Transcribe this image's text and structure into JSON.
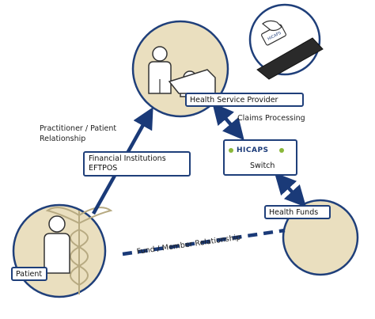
{
  "nodes": {
    "provider": {
      "label": "Health Service Provider"
    },
    "financial": {
      "line1": "Financial Institutions",
      "line2": "EFTPOS"
    },
    "switch": {
      "brand": "HICAPS",
      "label": "Switch"
    },
    "funds": {
      "label": "Health Funds"
    },
    "patient": {
      "label": "Patient"
    }
  },
  "edges": {
    "claims": "Claims Processing",
    "practitioner_line1": "Practitioner / Patient",
    "practitioner_line2": "Relationship",
    "fund_member": "Fund / Member Relationship"
  },
  "card_text": "HICAPS",
  "colors": {
    "circle_fill": "#eadfbf",
    "outline": "#1f3f7a",
    "arrow": "#1a3a78",
    "brand_green": "#8ab83a"
  }
}
